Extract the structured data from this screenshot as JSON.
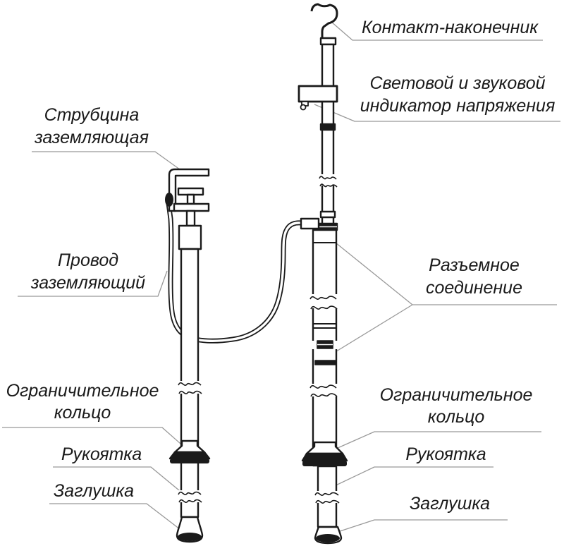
{
  "labels": {
    "contact_tip": {
      "text": "Контакт-наконечник"
    },
    "voltage_indicator": {
      "line1": "Световой и звуковой",
      "line2": "индикатор напряжения"
    },
    "clamp": {
      "line1": "Струбцина",
      "line2": "заземляющая"
    },
    "ground_wire": {
      "line1": "Провод",
      "line2": "заземляющий"
    },
    "detachable_joint": {
      "line1": "Разъемное",
      "line2": "соединение"
    },
    "left_limit_ring": {
      "line1": "Ограничительное",
      "line2": "кольцо"
    },
    "left_handle": {
      "text": "Рукоятка"
    },
    "left_end_cap": {
      "text": "Заглушка"
    },
    "right_limit_ring": {
      "line1": "Ограничительное",
      "line2": "кольцо"
    },
    "right_handle": {
      "text": "Рукоятка"
    },
    "right_end_cap": {
      "text": "Заглушка"
    }
  },
  "colors": {
    "line": "#1a1a1a",
    "leader": "#999999",
    "text": "#1a1a1a",
    "background": "#ffffff"
  }
}
